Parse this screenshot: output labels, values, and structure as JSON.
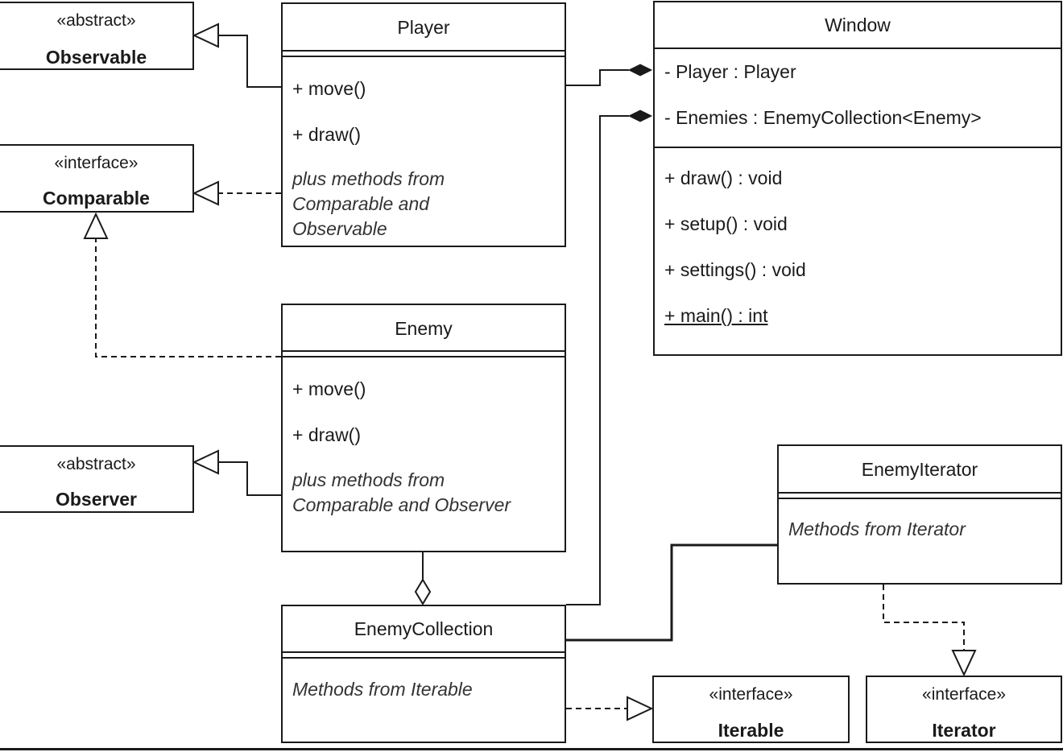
{
  "classes": {
    "observable": {
      "stereotype": "«abstract»",
      "name": "Observable"
    },
    "comparable": {
      "stereotype": "«interface»",
      "name": "Comparable"
    },
    "observer": {
      "stereotype": "«abstract»",
      "name": "Observer"
    },
    "iterable": {
      "stereotype": "«interface»",
      "name": "Iterable"
    },
    "iterator": {
      "stereotype": "«interface»",
      "name": "Iterator"
    },
    "player": {
      "name": "Player",
      "methods": [
        "+ move()",
        "+ draw()"
      ],
      "note_lines": [
        "plus methods from",
        "Comparable and",
        "Observable"
      ]
    },
    "enemy": {
      "name": "Enemy",
      "methods": [
        "+ move()",
        "+ draw()"
      ],
      "note_lines": [
        "plus methods from",
        "Comparable and Observer"
      ]
    },
    "window": {
      "name": "Window",
      "attributes": [
        "- Player : Player",
        "- Enemies : EnemyCollection<Enemy>"
      ],
      "methods": [
        "+ draw() : void",
        "+ setup() : void",
        "+ settings() : void",
        "+ main() : int"
      ]
    },
    "enemy_iterator": {
      "name": "EnemyIterator",
      "note": "Methods from Iterator"
    },
    "enemy_collection": {
      "name": "EnemyCollection",
      "note": "Methods from Iterable"
    }
  },
  "relationships": [
    {
      "from": "Player",
      "to": "Observable",
      "type": "generalization"
    },
    {
      "from": "Player",
      "to": "Comparable",
      "type": "realization"
    },
    {
      "from": "Enemy",
      "to": "Comparable",
      "type": "realization"
    },
    {
      "from": "Enemy",
      "to": "Observer",
      "type": "generalization"
    },
    {
      "from": "Window",
      "to": "Player",
      "type": "composition"
    },
    {
      "from": "Window",
      "to": "EnemyCollection",
      "type": "composition"
    },
    {
      "from": "EnemyCollection",
      "to": "Enemy",
      "type": "aggregation"
    },
    {
      "from": "EnemyCollection",
      "to": "EnemyIterator",
      "type": "association"
    },
    {
      "from": "EnemyCollection",
      "to": "Iterable",
      "type": "realization"
    },
    {
      "from": "EnemyIterator",
      "to": "Iterator",
      "type": "realization"
    }
  ]
}
